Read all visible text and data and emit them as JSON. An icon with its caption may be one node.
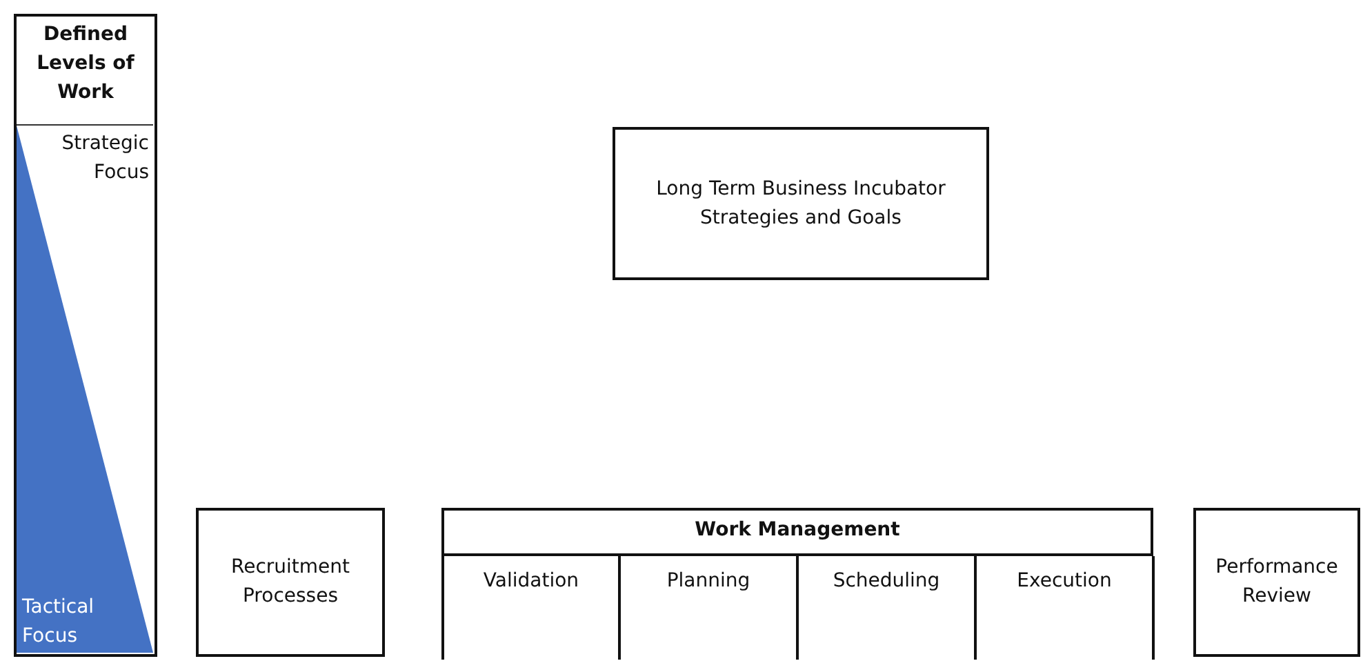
{
  "diagram": {
    "nodes": [
      {
        "text": [
          "Defined Levels of Work",
          "Strategic Focus",
          "Tactical Focus"
        ]
      },
      {
        "text": [
          "Long Term Business Incubator Strategies and Goals"
        ]
      },
      {
        "text": [
          "Recruitment Processes"
        ]
      },
      {
        "text": [
          "Work Management"
        ]
      },
      {
        "text": [
          "Validation"
        ],
        "in": 3
      },
      {
        "text": [
          "Planning"
        ],
        "in": 3
      },
      {
        "text": [
          "Scheduling"
        ],
        "in": 3
      },
      {
        "text": [
          "Execution"
        ],
        "in": 3
      },
      {
        "text": [
          "Performance Review"
        ]
      }
    ],
    "edges": []
  }
}
